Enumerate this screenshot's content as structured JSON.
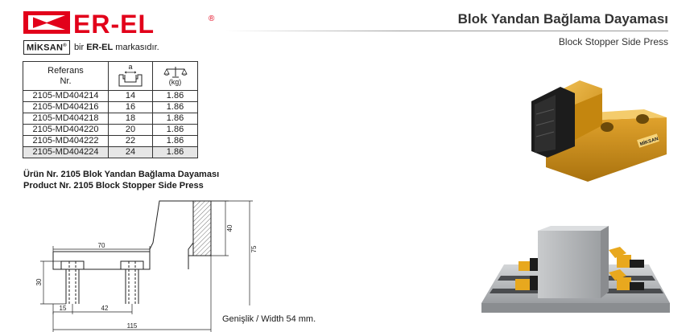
{
  "logo": {
    "text": "ER-EL",
    "reg": "®"
  },
  "brand_line": {
    "badge": "MİKSAN",
    "badge_reg": "®",
    "prefix": "bir",
    "brand": "ER-EL",
    "suffix": "markasıdır."
  },
  "title_tr": "Blok Yandan Bağlama Dayaması",
  "title_en": "Block Stopper Side Press",
  "table": {
    "header_ref_line1": "Referans",
    "header_ref_line2": "Nr.",
    "header_a_symbol": "a",
    "header_kg_symbol": "(kg)",
    "rows": [
      {
        "ref": "2105-MD404214",
        "a": "14",
        "kg": "1.86"
      },
      {
        "ref": "2105-MD404216",
        "a": "16",
        "kg": "1.86"
      },
      {
        "ref": "2105-MD404218",
        "a": "18",
        "kg": "1.86"
      },
      {
        "ref": "2105-MD404220",
        "a": "20",
        "kg": "1.86"
      },
      {
        "ref": "2105-MD404222",
        "a": "22",
        "kg": "1.86"
      },
      {
        "ref": "2105-MD404224",
        "a": "24",
        "kg": "1.86"
      }
    ]
  },
  "product_caption": {
    "line_tr": "Ürün Nr. 2105 Blok Yandan Bağlama Dayaması",
    "line_en": "Product Nr. 2105 Block Stopper Side Press"
  },
  "drawing": {
    "dim_70": "70",
    "dim_40": "40",
    "dim_75": "75",
    "dim_30": "30",
    "dim_15": "15",
    "dim_42": "42",
    "dim_115": "115"
  },
  "width_note": "Genişlik / Width 54 mm.",
  "photo": {
    "stopper_label": "MİKSAN"
  },
  "colors": {
    "brand_red": "#e2001a",
    "product_orange": "#e8a81e",
    "dark_rubber": "#1c1c1c",
    "steel": "#b9bbbd"
  }
}
